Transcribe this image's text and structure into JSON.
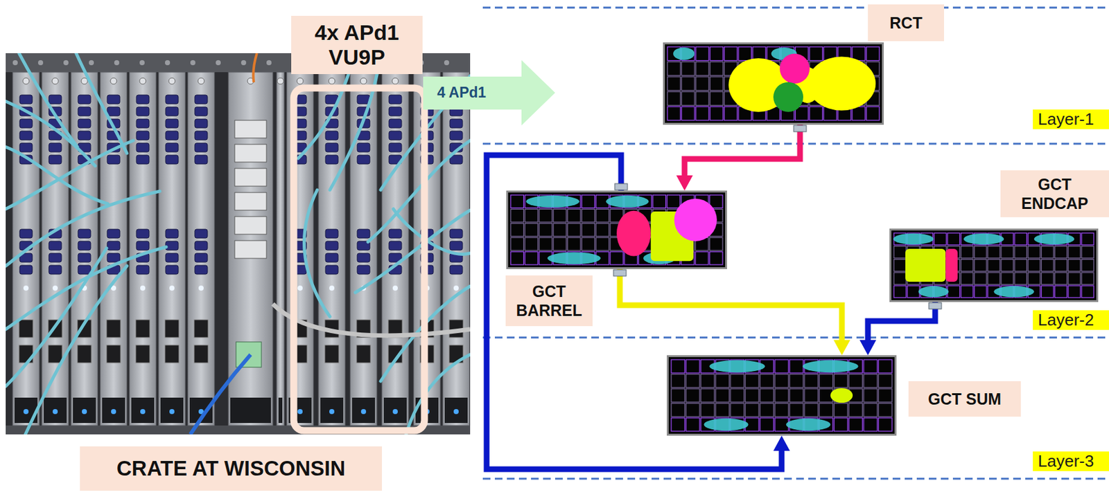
{
  "diagram": {
    "nodes": [
      {
        "text": [
          "4x APd1 VU9P"
        ]
      },
      {
        "text": [
          "RCT"
        ]
      },
      {
        "text": [
          "4 APd1"
        ]
      },
      {
        "text": [
          "Layer-1"
        ]
      },
      {
        "text": [
          "GCT ENDCAP"
        ]
      },
      {
        "text": [
          "GCT BARREL"
        ]
      },
      {
        "text": [
          "Layer-2"
        ]
      },
      {
        "text": [
          "GCT SUM"
        ]
      },
      {
        "text": [
          "CRATE AT WISCONSIN"
        ]
      },
      {
        "text": [
          "Layer-3"
        ]
      }
    ],
    "edges": [
      {
        "from": 1,
        "to": 5,
        "arrow": "to"
      },
      {
        "from": 5,
        "to": 7,
        "arrow": "to"
      },
      {
        "from": 4,
        "to": 7,
        "arrow": "to"
      },
      {
        "from": 5,
        "to": 7,
        "arrow": "to"
      }
    ]
  }
}
